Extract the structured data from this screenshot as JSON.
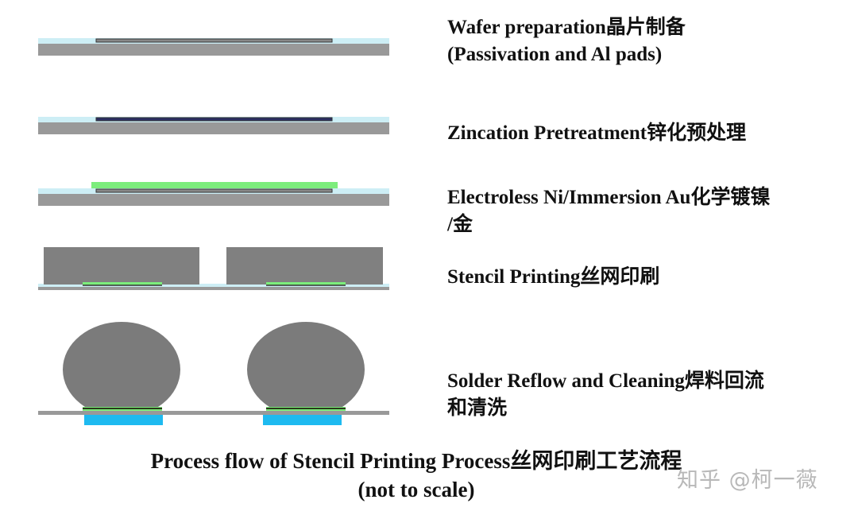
{
  "steps": [
    {
      "id": "wafer-preparation",
      "lines": [
        "Wafer preparation晶片制备",
        "(Passivation and Al pads)"
      ]
    },
    {
      "id": "zincation",
      "lines": [
        "Zincation Pretreatment锌化预处理"
      ]
    },
    {
      "id": "electroless-ni-au",
      "lines": [
        "Electroless Ni/Immersion Au化学镀镍",
        "/金"
      ]
    },
    {
      "id": "stencil-printing",
      "lines": [
        "Stencil Printing丝网印刷"
      ]
    },
    {
      "id": "solder-reflow",
      "lines": [
        "Solder Reflow and Cleaning焊料回流",
        "和清洗"
      ]
    }
  ],
  "caption": {
    "line1": "Process flow of Stencil Printing Process丝网印刷工艺流程",
    "line2": "(not to scale)"
  },
  "watermark": "知乎 @柯一薇",
  "colors": {
    "substrate": "#999999",
    "passivation": "#cdeef5",
    "al_pad": "#888888",
    "pad_outline": "#333333",
    "zinc_line": "#2b2f63",
    "nickel_gold": "#7ced7c",
    "stencil": "#808080",
    "solder": "#7b7b7b",
    "ubm_pad": "#1ebaf0",
    "ubm_line": "#2a3a1a",
    "text": "#111111",
    "watermark": "#b8b8b8"
  }
}
